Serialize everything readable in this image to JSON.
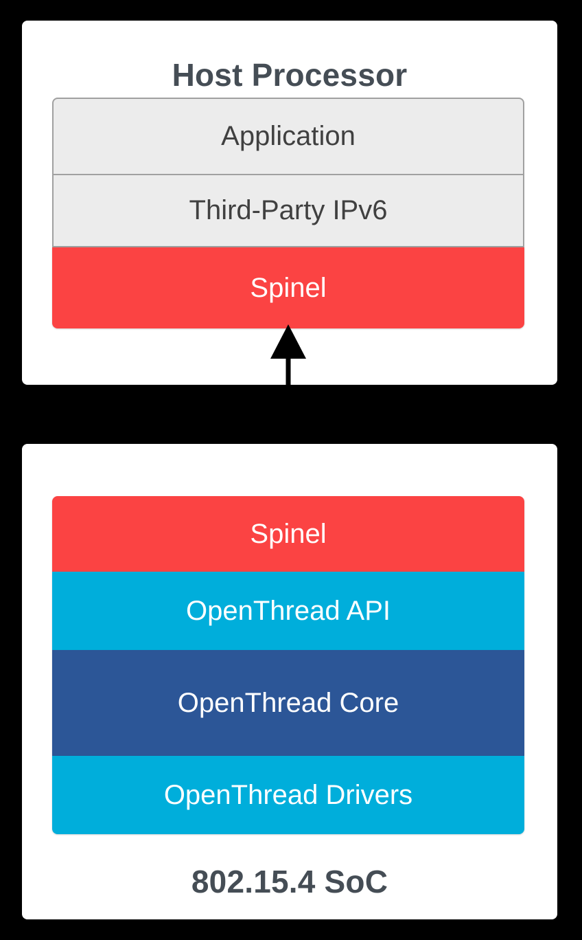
{
  "diagram": {
    "background_color": "#000000",
    "cards": [
      {
        "id": "host",
        "title": "Host Processor",
        "title_position": "top",
        "layers": [
          {
            "label": "Application",
            "style": "grey",
            "color": "#ececec",
            "text_color": "#404040",
            "height": 113
          },
          {
            "label": "Third-Party IPv6",
            "style": "grey",
            "color": "#ececec",
            "text_color": "#404040",
            "height": 107
          },
          {
            "label": "Spinel",
            "style": "colored",
            "color": "#fb4343",
            "text_color": "#ffffff",
            "height": 118
          }
        ]
      },
      {
        "id": "soc",
        "title": "802.15.4 SoC",
        "title_position": "bottom",
        "layers": [
          {
            "label": "Spinel",
            "style": "colored",
            "color": "#fb4343",
            "text_color": "#ffffff",
            "height": 110
          },
          {
            "label": "OpenThread API",
            "style": "colored",
            "color": "#00aedb",
            "text_color": "#ffffff",
            "height": 114
          },
          {
            "label": "OpenThread Core",
            "style": "colored",
            "color": "#2c5697",
            "text_color": "#ffffff",
            "height": 154
          },
          {
            "label": "OpenThread Drivers",
            "style": "colored",
            "color": "#00aedb",
            "text_color": "#ffffff",
            "height": 114
          }
        ]
      }
    ],
    "connector": {
      "name": "spinel-link",
      "type": "bidirectional-arrow",
      "color": "#000000",
      "from": "Spinel",
      "to": "Spinel"
    },
    "palette": {
      "red": "#fb4343",
      "cyan": "#00aedb",
      "dark_blue": "#2c5697",
      "grey_fill": "#ececec",
      "grey_border": "#a0a0a0",
      "title_text": "#454d55",
      "card_background": "#ffffff"
    }
  }
}
